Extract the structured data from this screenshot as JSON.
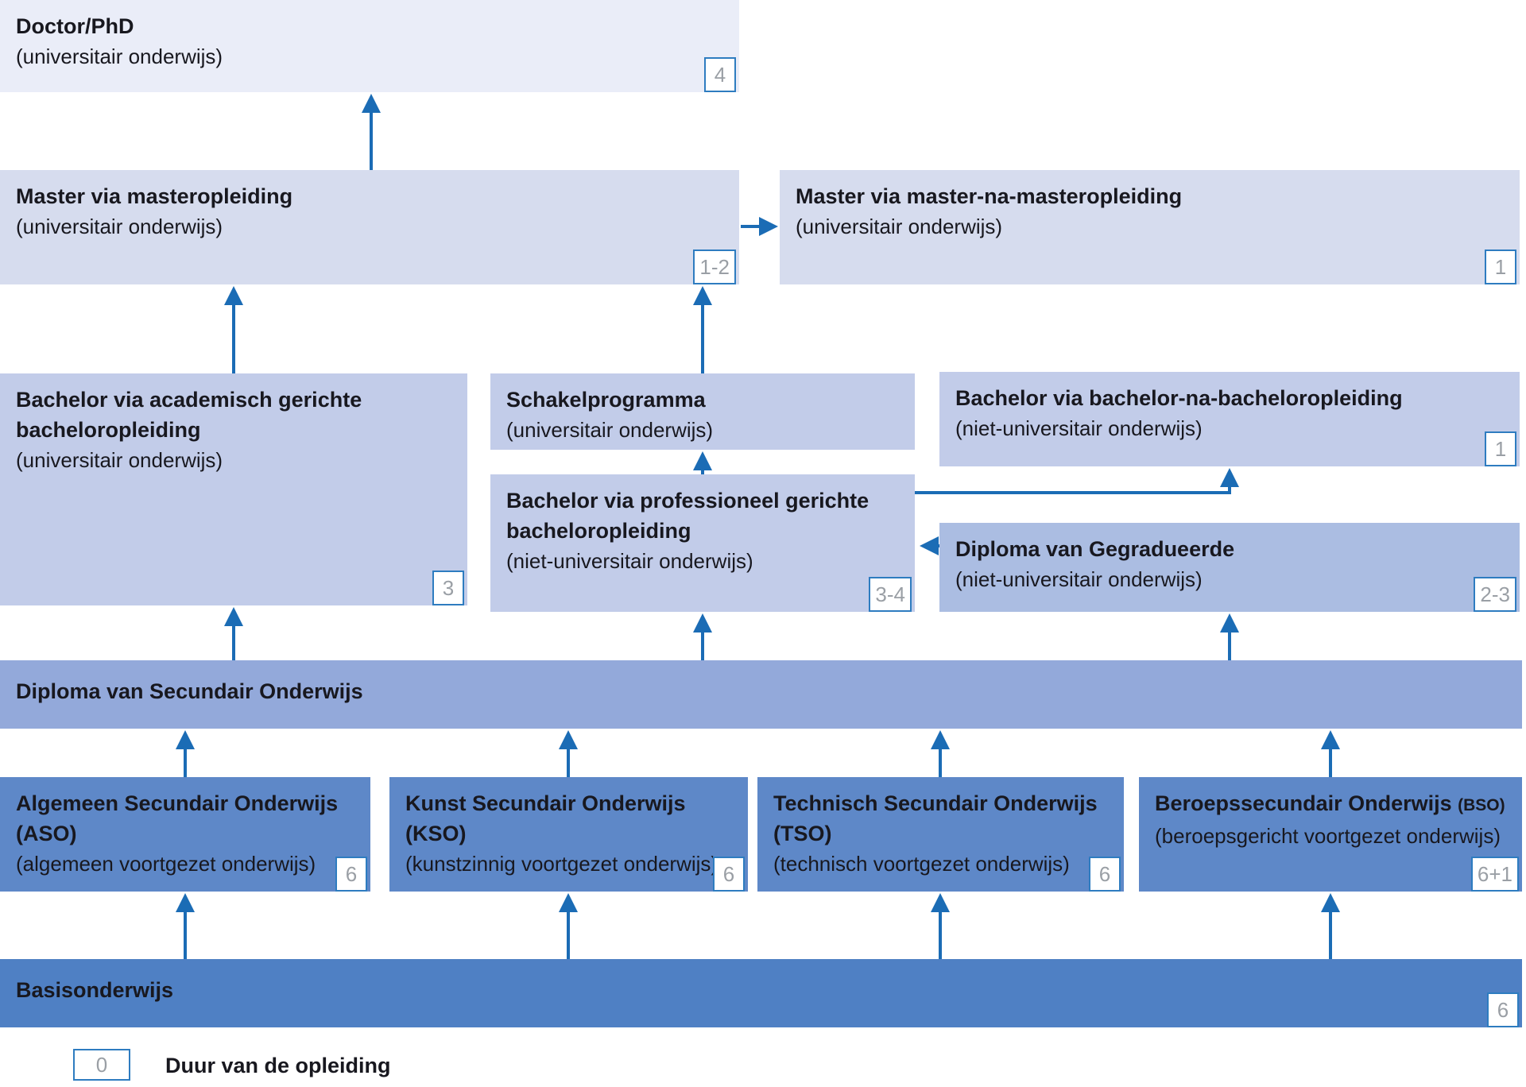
{
  "palette": {
    "level_phd_fill": "#eaedf8",
    "level_master_fill": "#d6dcee",
    "level_bachelor_fill": "#c2cce9",
    "level_graduaat_fill": "#abbde2",
    "level_secundair_diploma_fill": "#93a9da",
    "level_secundair_fill": "#5e88c8",
    "level_basis_fill": "#4f80c4",
    "arrow_blue": "#1b6cb5",
    "badge_border_blue": "#2e7cc0",
    "badge_text_gray": "#9a9fa5",
    "text_dark": "#18181f"
  },
  "boxes": {
    "phd": {
      "title": "Doctor/PhD",
      "subtitle": "(universitair onderwijs)",
      "duration": "4"
    },
    "master": {
      "title": "Master via masteropleiding",
      "subtitle": "(universitair onderwijs)",
      "duration": "1-2"
    },
    "master_na_master": {
      "title": "Master via master-na-masteropleiding",
      "subtitle": "(universitair onderwijs)",
      "duration": "1"
    },
    "bachelor_academisch": {
      "title": "Bachelor via academisch gerichte bacheloropleiding",
      "subtitle": "(universitair onderwijs)",
      "duration": "3"
    },
    "schakelprogramma": {
      "title": "Schakelprogramma",
      "subtitle": "(universitair onderwijs)"
    },
    "bachelor_na_bachelor": {
      "title": "Bachelor via bachelor-na-bacheloropleiding",
      "subtitle": "(niet-universitair onderwijs)",
      "duration": "1"
    },
    "bachelor_professioneel": {
      "title": "Bachelor via professioneel gerichte bacheloropleiding",
      "subtitle": "(niet-universitair onderwijs)",
      "duration": "3-4"
    },
    "gegradueerde": {
      "title": "Diploma van Gegradueerde",
      "subtitle": "(niet-universitair onderwijs)",
      "duration": "2-3"
    },
    "secundair_diploma": {
      "title": "Diploma van Secundair Onderwijs"
    },
    "aso": {
      "name": "Algemeen Secundair Onderwijs",
      "abbrev": "(ASO)",
      "subtitle": "(algemeen voortgezet onderwijs)",
      "duration": "6"
    },
    "kso": {
      "name": "Kunst Secundair Onderwijs",
      "abbrev": "(KSO)",
      "subtitle": "(kunstzinnig voortgezet onderwijs)",
      "duration": "6"
    },
    "tso": {
      "name": "Technisch Secundair Onderwijs",
      "abbrev": "(TSO)",
      "subtitle": "(technisch voortgezet onderwijs)",
      "duration": "6"
    },
    "bso": {
      "name": "Beroepssecundair Onderwijs",
      "abbrev": "(BSO)",
      "subtitle": "(beroepsgericht voortgezet onderwijs)",
      "duration": "6+1"
    },
    "basisonderwijs": {
      "title": "Basisonderwijs",
      "duration": "6"
    }
  },
  "legend": {
    "badge": "0",
    "label": "Duur van de opleiding"
  }
}
